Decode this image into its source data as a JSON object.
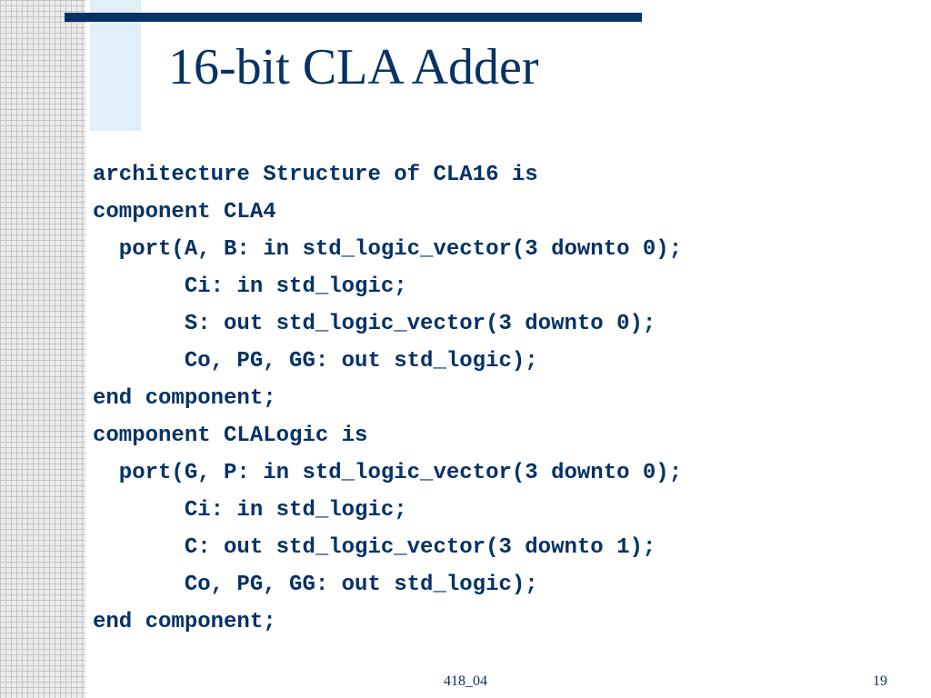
{
  "slide": {
    "title": "16-bit CLA Adder",
    "code_lines": [
      "architecture Structure of CLA16 is",
      "component CLA4",
      "  port(A, B: in std_logic_vector(3 downto 0);",
      "       Ci: in std_logic;",
      "       S: out std_logic_vector(3 downto 0);",
      "       Co, PG, GG: out std_logic);",
      "end component;",
      "component CLALogic is",
      "  port(G, P: in std_logic_vector(3 downto 0);",
      "       Ci: in std_logic;",
      "       C: out std_logic_vector(3 downto 1);",
      "       Co, PG, GG: out std_logic);",
      "end component;"
    ]
  },
  "footer": {
    "center_text": "418_04",
    "page_number": "19"
  },
  "colors": {
    "text": "#063265",
    "title_bar": "#063265",
    "accent_box": "#e1effb",
    "grid_background": "#ececec",
    "grid_lines": "#c4c4c4"
  }
}
